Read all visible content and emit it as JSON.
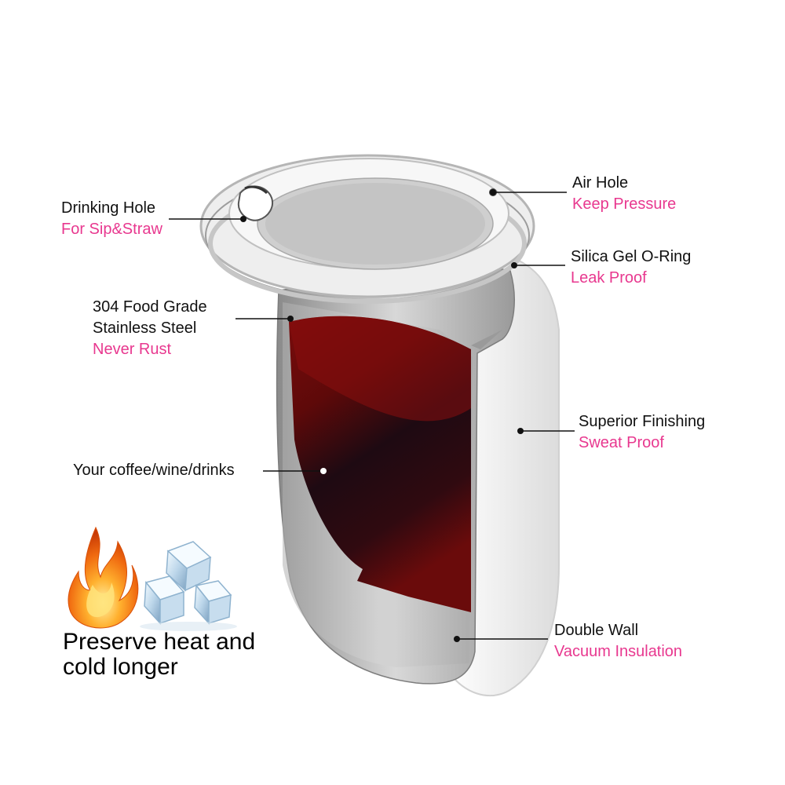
{
  "labels": {
    "drinking_hole": {
      "title": "Drinking Hole",
      "sub": "For Sip&Straw"
    },
    "air_hole": {
      "title": "Air Hole",
      "sub": "Keep Pressure"
    },
    "o_ring": {
      "title": "Silica Gel O-Ring",
      "sub": "Leak Proof"
    },
    "steel": {
      "title_line1": "304 Food Grade",
      "title_line2": "Stainless Steel",
      "sub": "Never Rust"
    },
    "finishing": {
      "title": "Superior Finishing",
      "sub": "Sweat Proof"
    },
    "drinks": {
      "title": "Your coffee/wine/drinks"
    },
    "double_wall": {
      "title": "Double Wall",
      "sub": "Vacuum Insulation"
    }
  },
  "tagline": {
    "line1": "Preserve heat and",
    "line2": "cold longer"
  },
  "colors": {
    "accent": "#e8388f",
    "text": "#111111",
    "wine": "#6e0a0a",
    "steel": "#b9b9b9"
  },
  "icons": [
    "fire-icon",
    "ice-cubes-icon"
  ]
}
